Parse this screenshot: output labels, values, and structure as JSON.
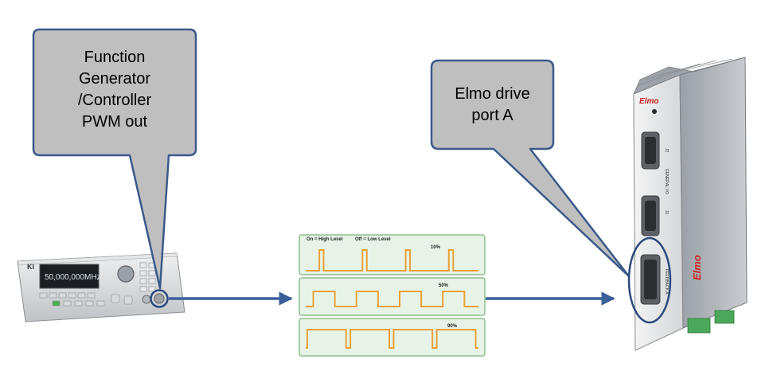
{
  "callouts": {
    "generator": {
      "lines": [
        "Function",
        "Generator",
        "/Controller",
        "PWM out"
      ]
    },
    "drive": {
      "lines": [
        "Elmo drive",
        "port A"
      ]
    }
  },
  "pwm_panels": {
    "legend_on": "On = High Level",
    "legend_off": "Off = Low Level",
    "panels": [
      {
        "duty_label": "10%",
        "duty": 0.1
      },
      {
        "duty_label": "50%",
        "duty": 0.5
      },
      {
        "duty_label": "90%",
        "duty": 0.9
      }
    ]
  },
  "generator_device": {
    "brand_mark": "KI",
    "display_value": "50,000,000MHz"
  },
  "drive_device": {
    "brand": "Elmo",
    "port_labels": [
      "J2",
      "GENERAL I/O",
      "J1",
      "FEEDBACK A"
    ]
  },
  "colors": {
    "callout_fill": "#bfbfbf",
    "callout_border": "#3b5a8a",
    "arrow": "#3a5f9a",
    "panel_fill": "#e8f3e8",
    "panel_border": "#8ebf8a",
    "waveform": "#e8a23a",
    "brand_red": "#cc1f1f"
  }
}
